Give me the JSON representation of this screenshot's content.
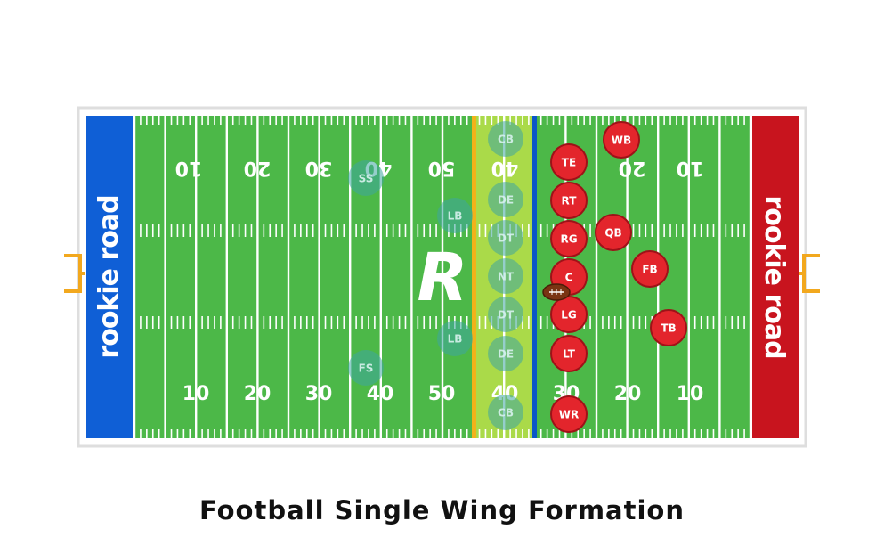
{
  "title": "Football Single Wing Formation",
  "brand": {
    "left_endzone_text": "rookie road",
    "right_endzone_text": "rookie road",
    "center_logo_text": "R",
    "left_endzone_color": "#0f5fd6",
    "right_endzone_color": "#c8141e"
  },
  "field": {
    "grass_color": "#4cb848",
    "top_yard_labels": [
      "10",
      "20",
      "30",
      "40",
      "50",
      "40",
      "20",
      "10"
    ],
    "bottom_yard_labels": [
      "10",
      "20",
      "30",
      "40",
      "50",
      "40",
      "30",
      "20",
      "10"
    ],
    "line_of_scrimmage_color": "#0a56c8",
    "first_down_line_color": "#f2b21a",
    "goalpost_color": "#f2a81e"
  },
  "defense": {
    "color": "#3ea6a0",
    "players": [
      {
        "label": "CB"
      },
      {
        "label": "SS"
      },
      {
        "label": "DE"
      },
      {
        "label": "LB"
      },
      {
        "label": "DT"
      },
      {
        "label": "NT"
      },
      {
        "label": "DT"
      },
      {
        "label": "LB"
      },
      {
        "label": "FS"
      },
      {
        "label": "DE"
      },
      {
        "label": "CB"
      }
    ]
  },
  "offense": {
    "color": "#e3252c",
    "players": [
      {
        "label": "WB"
      },
      {
        "label": "TE"
      },
      {
        "label": "RT"
      },
      {
        "label": "QB"
      },
      {
        "label": "RG"
      },
      {
        "label": "FB"
      },
      {
        "label": "C"
      },
      {
        "label": "LG"
      },
      {
        "label": "TB"
      },
      {
        "label": "LT"
      },
      {
        "label": "WR"
      }
    ]
  }
}
